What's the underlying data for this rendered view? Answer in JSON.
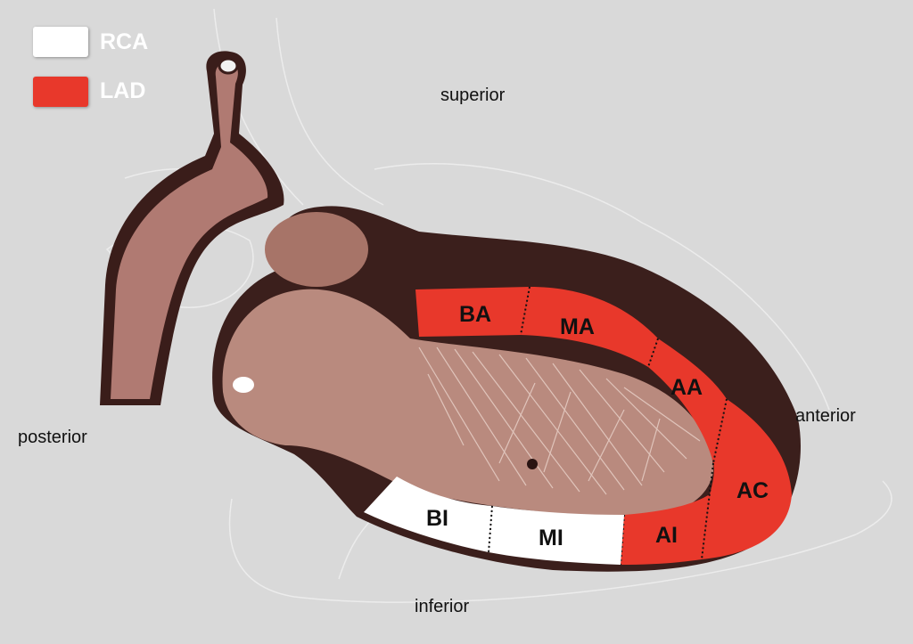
{
  "legend": [
    {
      "label": "RCA",
      "color": "#ffffff"
    },
    {
      "label": "LAD",
      "color": "#e8382b"
    }
  ],
  "orientation": {
    "superior": "superior",
    "anterior": "anterior",
    "posterior": "posterior",
    "inferior": "inferior"
  },
  "segments": {
    "ba": "BA",
    "ma": "MA",
    "aa": "AA",
    "ac": "AC",
    "ai": "AI",
    "mi": "MI",
    "bi": "BI"
  },
  "colors": {
    "background": "#d9d9d9",
    "lad": "#e8382b",
    "rca": "#ffffff",
    "heart_dark": "#3b1f1c",
    "heart_tissue": "#b98a7e",
    "vessel": "#b07a72"
  }
}
